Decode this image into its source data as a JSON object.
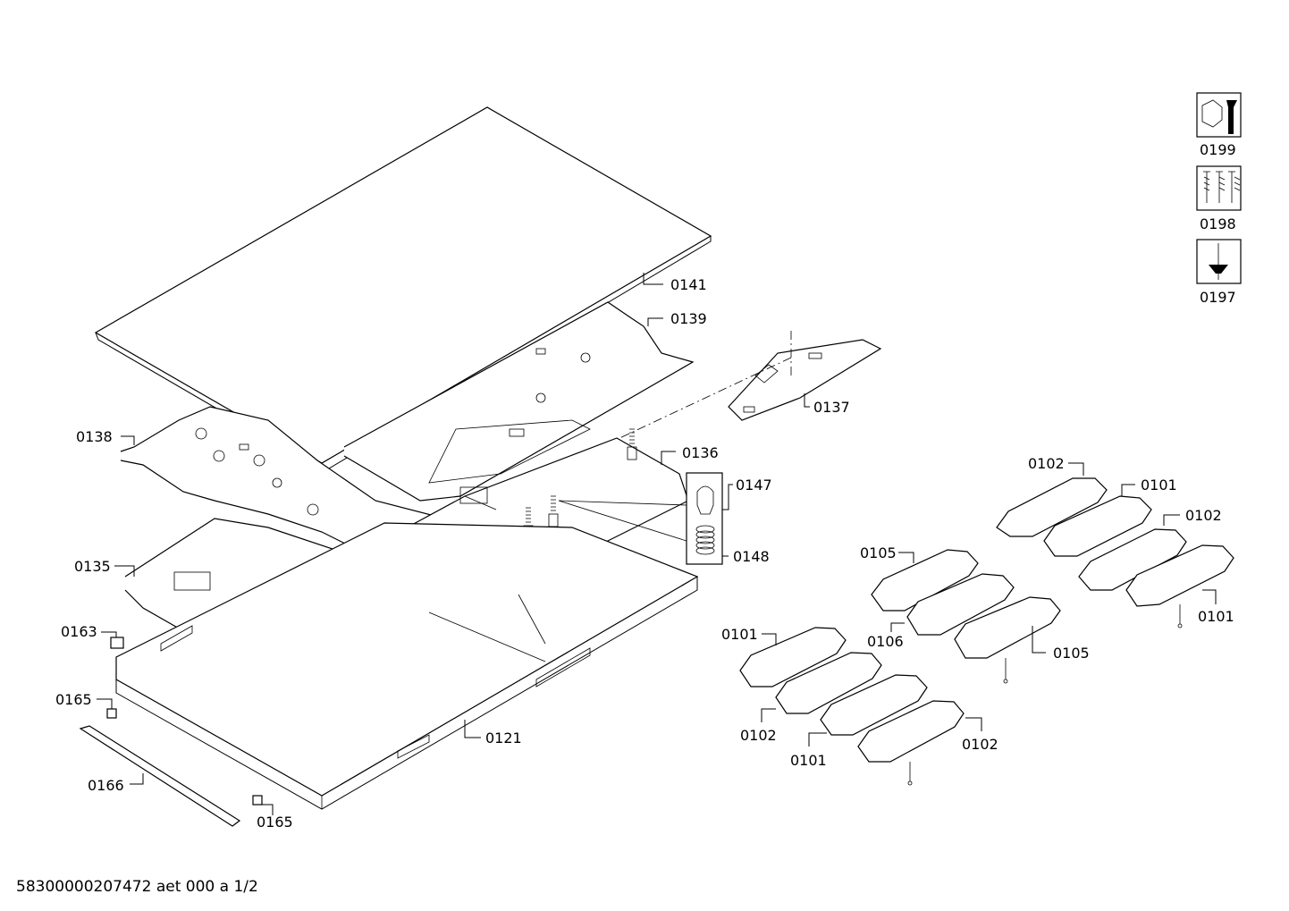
{
  "labels": {
    "p0141": "0141",
    "p0139": "0139",
    "p0137": "0137",
    "p0138": "0138",
    "p0136": "0136",
    "p0147": "0147",
    "p0148": "0148",
    "p0135": "0135",
    "p0163": "0163",
    "p0165a": "0165",
    "p0165b": "0165",
    "p0166": "0166",
    "p0121": "0121",
    "p0102a": "0102",
    "p0101a": "0101",
    "p0102b": "0102",
    "p0101b": "0101",
    "p0105a": "0105",
    "p0106": "0106",
    "p0105b": "0105",
    "p0101c": "0101",
    "p0102c": "0102",
    "p0101d": "0101",
    "p0102d": "0102"
  },
  "service_icons": {
    "i0199": "0199",
    "i0198": "0198",
    "i0197": "0197"
  },
  "footer": "58300000207472 aet 000 a  1/2"
}
